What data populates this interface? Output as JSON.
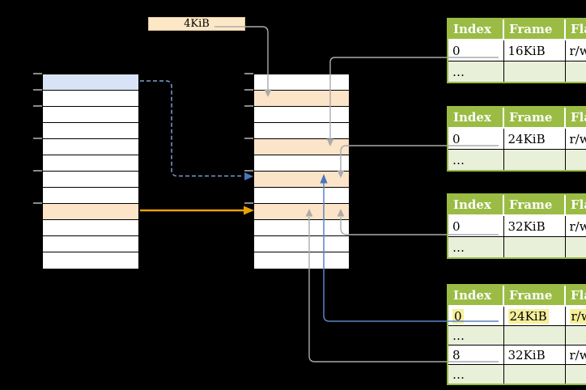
{
  "label_4kib": {
    "text": "4KiB"
  },
  "left_column": {
    "row_count": 12,
    "highlights": [
      {
        "row": 0,
        "color": "blue"
      },
      {
        "row": 8,
        "color": "orange"
      }
    ]
  },
  "middle_column": {
    "row_count": 12,
    "highlights": [
      {
        "row": 1,
        "color": "orange"
      },
      {
        "row": 4,
        "color": "orange"
      },
      {
        "row": 6,
        "color": "orange"
      },
      {
        "row": 8,
        "color": "orange"
      }
    ]
  },
  "tables": [
    {
      "headers": [
        "Index",
        "Frame",
        "Flags"
      ],
      "rows": [
        {
          "type": "data",
          "highlight": false,
          "cells": [
            "0",
            "16KiB",
            "r/w"
          ]
        },
        {
          "type": "dots",
          "highlight": false,
          "cells": [
            "…",
            "",
            ""
          ]
        }
      ]
    },
    {
      "headers": [
        "Index",
        "Frame",
        "Flags"
      ],
      "rows": [
        {
          "type": "data",
          "highlight": false,
          "cells": [
            "0",
            "24KiB",
            "r/w"
          ]
        },
        {
          "type": "dots",
          "highlight": false,
          "cells": [
            "…",
            "",
            ""
          ]
        }
      ]
    },
    {
      "headers": [
        "Index",
        "Frame",
        "Flags"
      ],
      "rows": [
        {
          "type": "data",
          "highlight": false,
          "cells": [
            "0",
            "32KiB",
            "r/w"
          ]
        },
        {
          "type": "dots",
          "highlight": false,
          "cells": [
            "…",
            "",
            ""
          ]
        }
      ]
    },
    {
      "headers": [
        "Index",
        "Frame",
        "Flags"
      ],
      "rows": [
        {
          "type": "data",
          "highlight": true,
          "cells": [
            "0",
            "24KiB",
            "r/w"
          ]
        },
        {
          "type": "dots",
          "highlight": false,
          "cells": [
            "…",
            "",
            ""
          ]
        },
        {
          "type": "data",
          "highlight": false,
          "cells": [
            "8",
            "32KiB",
            "r/w"
          ]
        },
        {
          "type": "dots",
          "highlight": false,
          "cells": [
            "…",
            "",
            ""
          ]
        }
      ]
    }
  ],
  "colors": {
    "background": "#000000",
    "table_header_green": "#9abc44",
    "table_alt_row_green": "#e9f0d9",
    "highlight_yellow": "#f5ef9a",
    "page_blue": "#d8e4f6",
    "page_orange": "#fce4c8",
    "label_wheat": "#fce8c6",
    "arrow_grey": "#ababab",
    "arrow_blue": "#5b84c4",
    "arrow_blue_dark": "#4a74bc",
    "arrow_orange": "#e8a104"
  }
}
